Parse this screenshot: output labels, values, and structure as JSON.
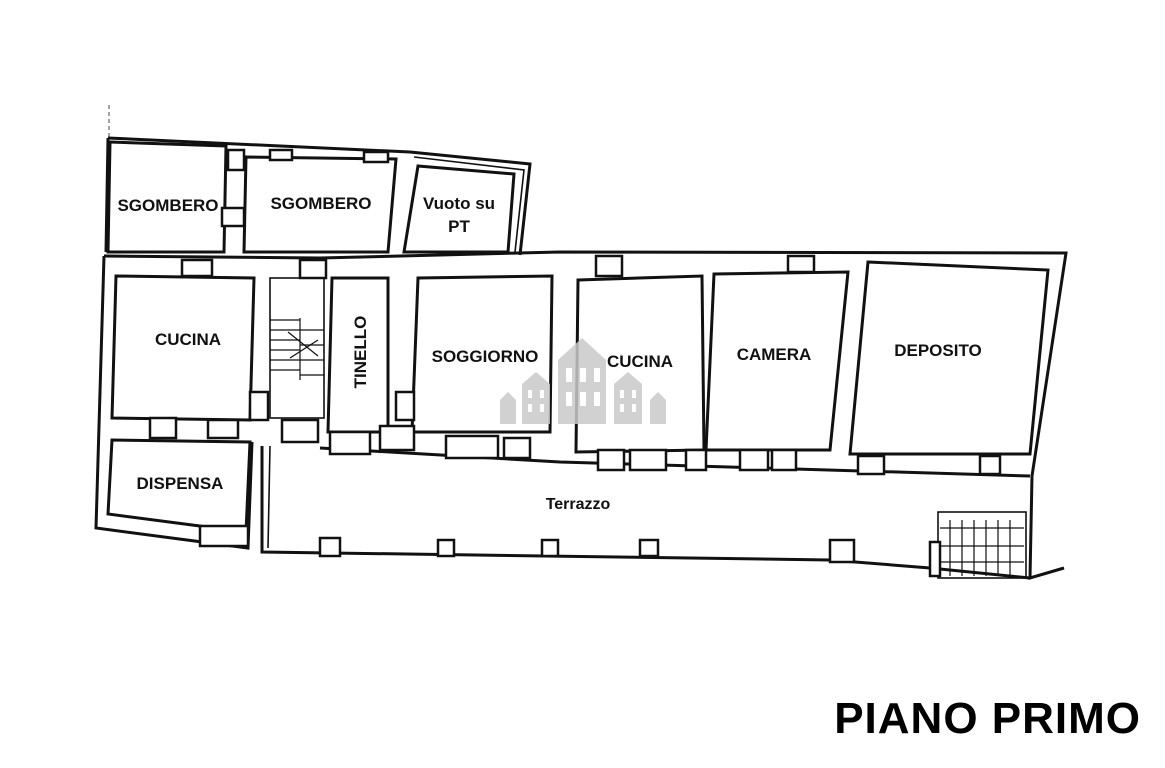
{
  "title": "PIANO PRIMO",
  "rooms": {
    "sgombero_1": "SGOMBERO",
    "sgombero_2": "SGOMBERO",
    "vuoto_line1": "Vuoto su",
    "vuoto_line2": "PT",
    "cucina_1": "CUCINA",
    "tinello": "TINELLO",
    "soggiorno": "SOGGIORNO",
    "cucina_2": "CUCINA",
    "camera": "CAMERA",
    "deposito": "DEPOSITO",
    "dispensa": "DISPENSA",
    "terrazzo": "Terrazzo"
  },
  "icons": {
    "watermark": "house-watermark-icon",
    "stairs": "stairs-icon"
  },
  "colors": {
    "line": "#111111",
    "background": "#ffffff",
    "watermark": "#c9c9c9"
  }
}
